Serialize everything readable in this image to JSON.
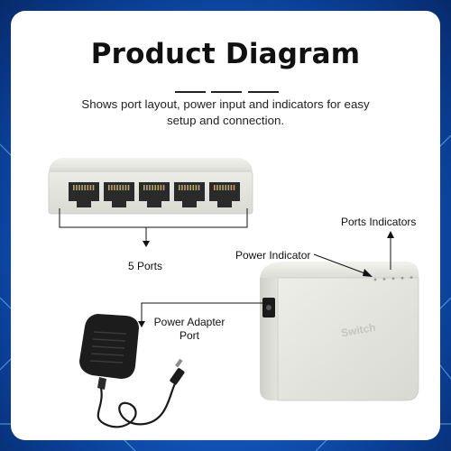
{
  "title": "Product Diagram",
  "subtitle": "Shows port layout, power input and indicators for easy setup and connection.",
  "labels": {
    "ports": "5 Ports",
    "ports_indicators": "Ports Indicators",
    "power_indicator": "Power Indicator",
    "power_adapter": "Power Adapter Port"
  },
  "device": {
    "brand_text": "Switch",
    "port_count": 5,
    "indicator_count": 5
  },
  "colors": {
    "background": "#1563cf",
    "card": "#ffffff",
    "device_body": "#e6e7e1",
    "port": "#2a2a2a",
    "adapter": "#1c1c1c"
  }
}
